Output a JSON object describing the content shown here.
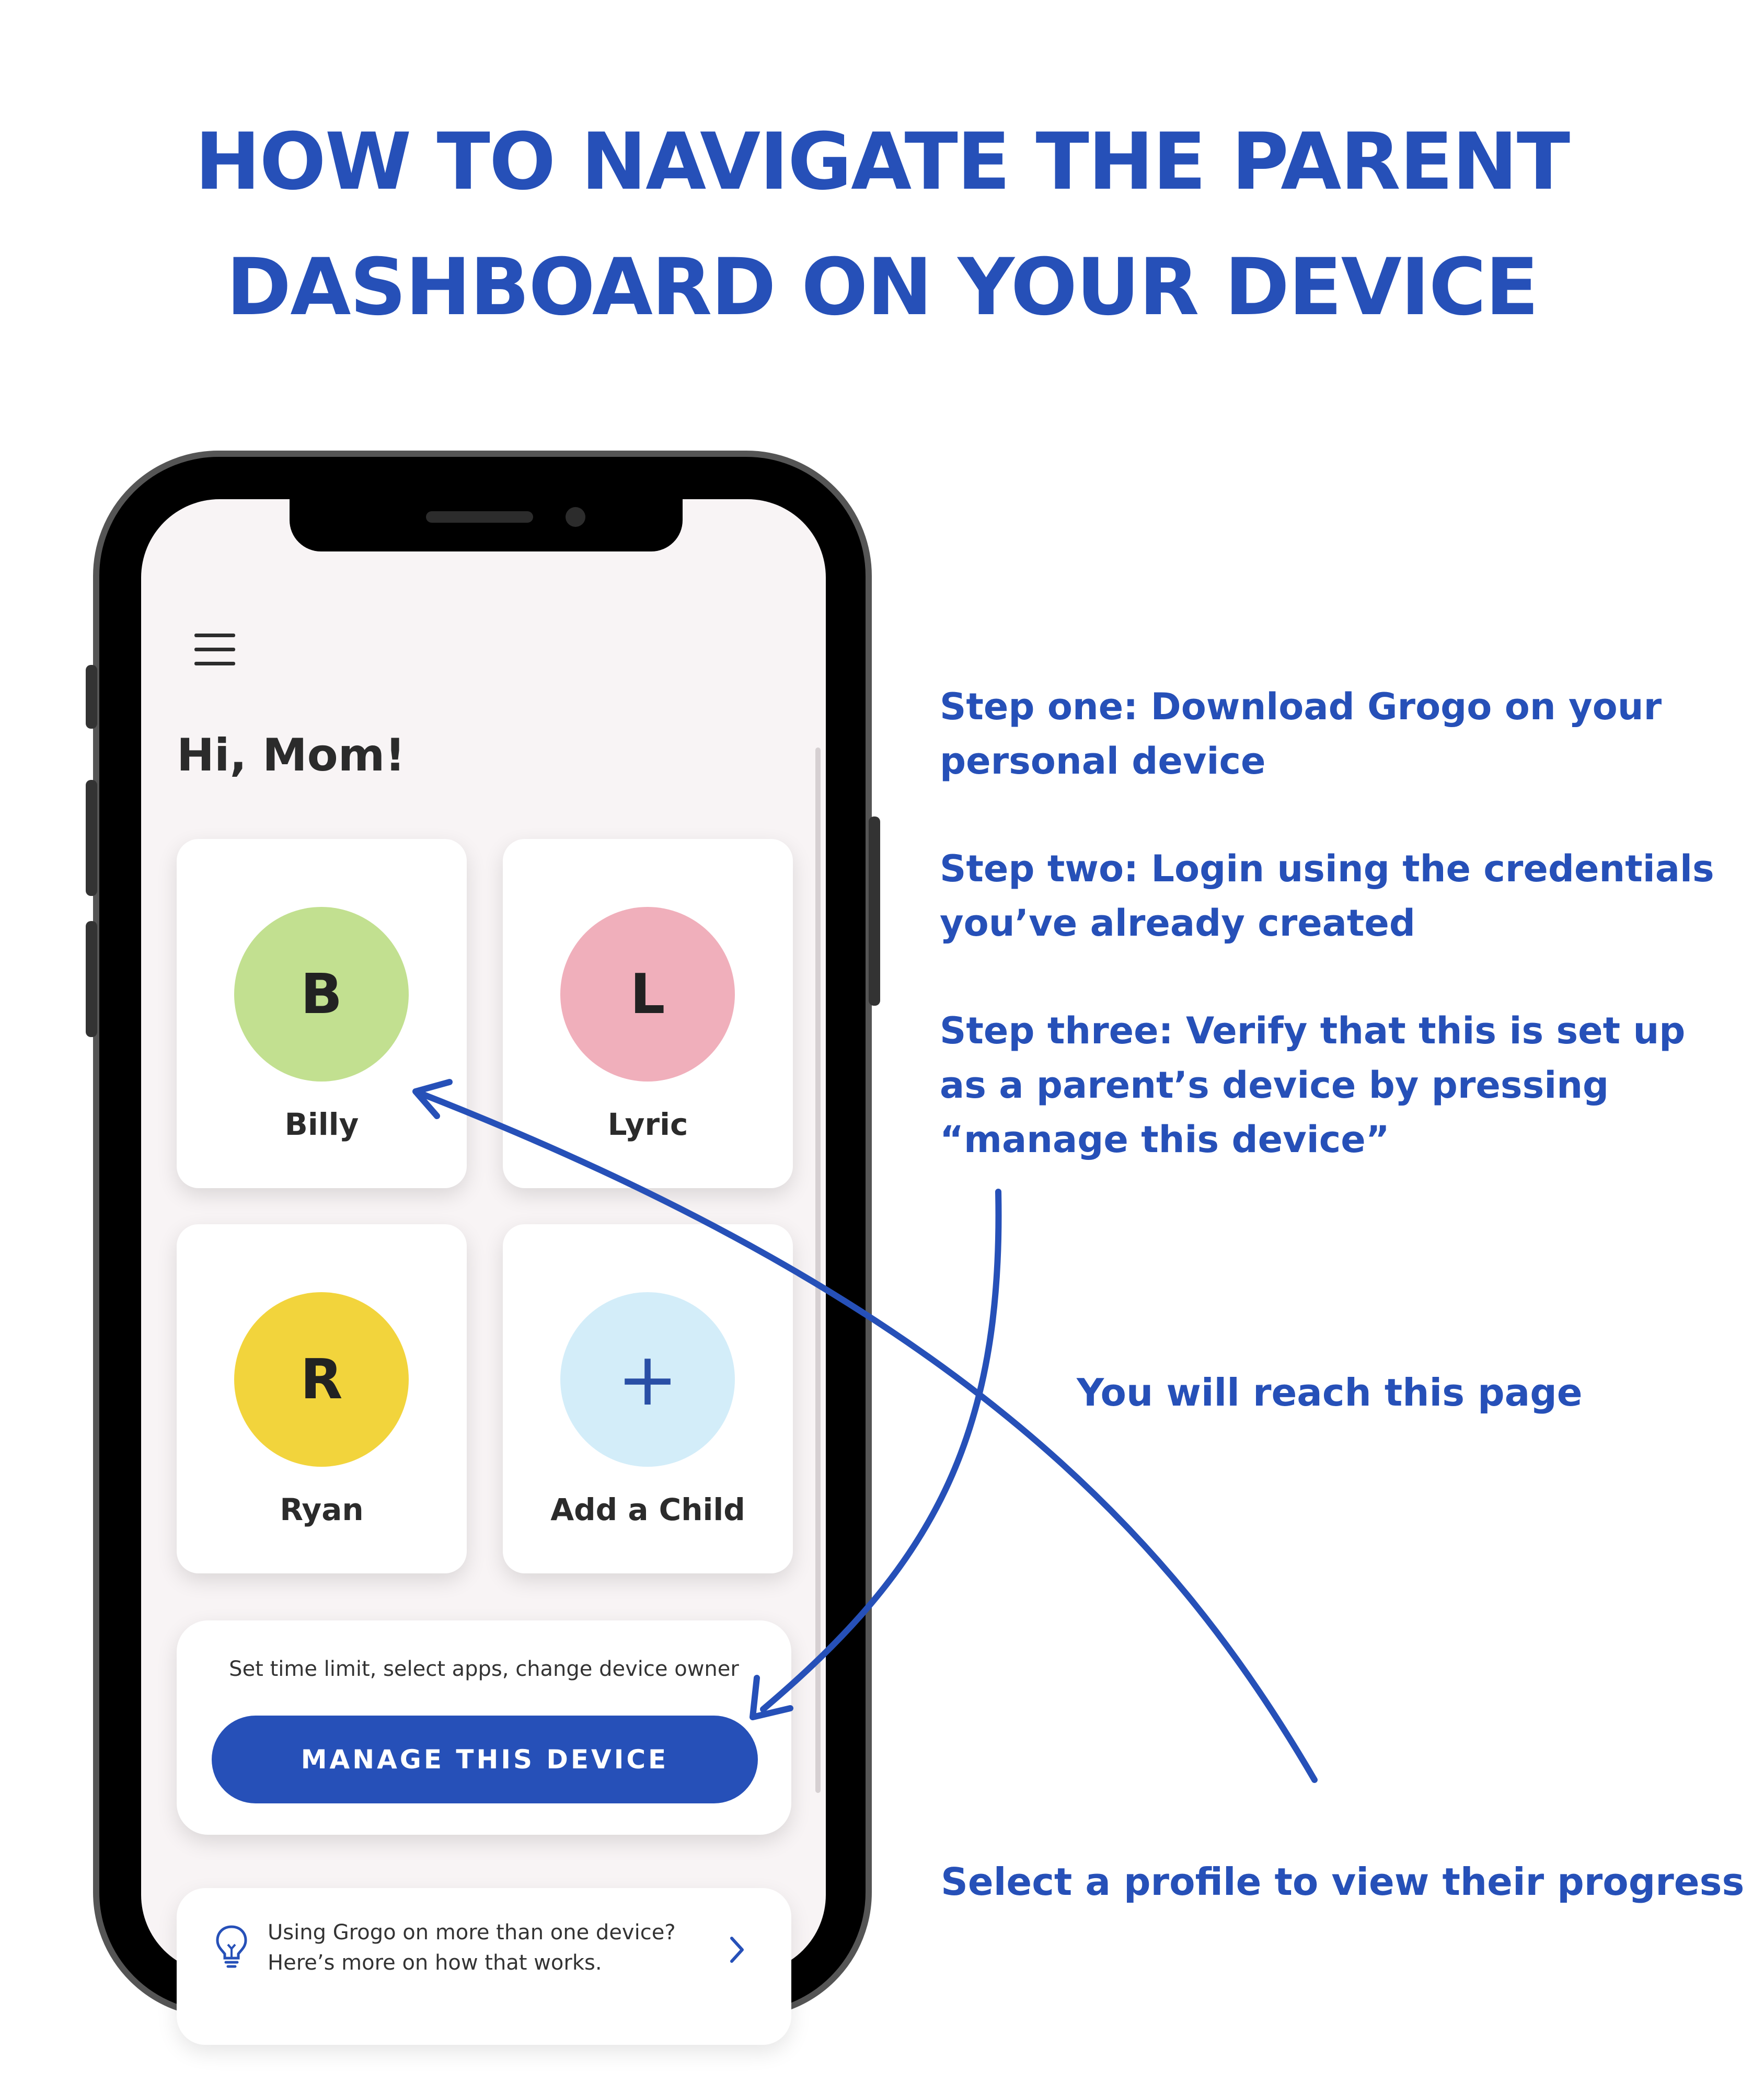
{
  "title": {
    "line1": "How to navigate the parent",
    "line2": "dashboard on your device"
  },
  "app": {
    "menu_icon": "hamburger-menu-icon",
    "greeting": "Hi, Mom!",
    "children": [
      {
        "initial": "B",
        "name": "Billy",
        "color": "#c2e090"
      },
      {
        "initial": "L",
        "name": "Lyric",
        "color": "#f0afbb"
      },
      {
        "initial": "R",
        "name": "Ryan",
        "color": "#f2d43c"
      }
    ],
    "add_child": {
      "symbol": "+",
      "label": "Add a Child",
      "color": "#d3edf9"
    },
    "manage": {
      "description": "Set time limit, select apps, change device owner",
      "button_label": "MANAGE THIS DEVICE",
      "button_color": "#2650b8"
    },
    "info": {
      "icon": "lightbulb-icon",
      "line1": "Using Grogo on more than one device?",
      "line2": "Here’s more on how that works.",
      "chevron": "chevron-right-icon"
    }
  },
  "instructions": {
    "step1": "Step one: Download Grogo on your personal device",
    "step2": "Step two: Login using the credentials you’ve already created",
    "step3": "Step three: Verify that this is set up as a parent’s device by pressing “manage this device”",
    "reach_page": "You will reach this page",
    "select_profile": "Select a profile to view their progress"
  },
  "accent_color": "#2650b8"
}
